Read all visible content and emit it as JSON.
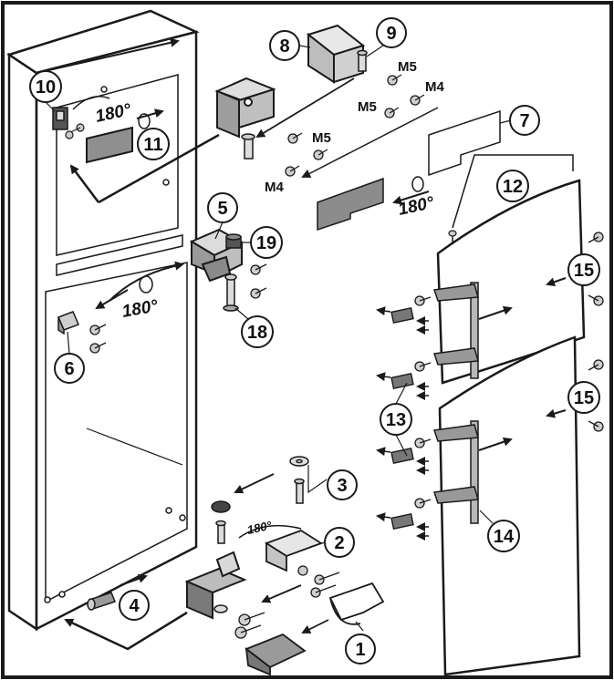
{
  "colors": {
    "line": "#1a1a1a",
    "metal": "#9a9a9a",
    "metal_light": "#cfcfcf",
    "door_fill": "#ffffff",
    "background": "#ffffff"
  },
  "callouts": {
    "c1": "1",
    "c2": "2",
    "c3": "3",
    "c4": "4",
    "c5": "5",
    "c6": "6",
    "c7": "7",
    "c8": "8",
    "c9": "9",
    "c10": "10",
    "c11": "11",
    "c12": "12",
    "c13": "13",
    "c14": "14",
    "c15a": "15",
    "c15b": "15",
    "c18": "18",
    "c19": "19"
  },
  "screw_labels": {
    "m5_top": "M5",
    "m4_top": "M4",
    "m5_mid": "M5",
    "m5_left": "M5",
    "m4_left": "M4"
  },
  "angles": {
    "top": "180°",
    "middle": "180°",
    "right": "180°",
    "bottom": "180°"
  }
}
